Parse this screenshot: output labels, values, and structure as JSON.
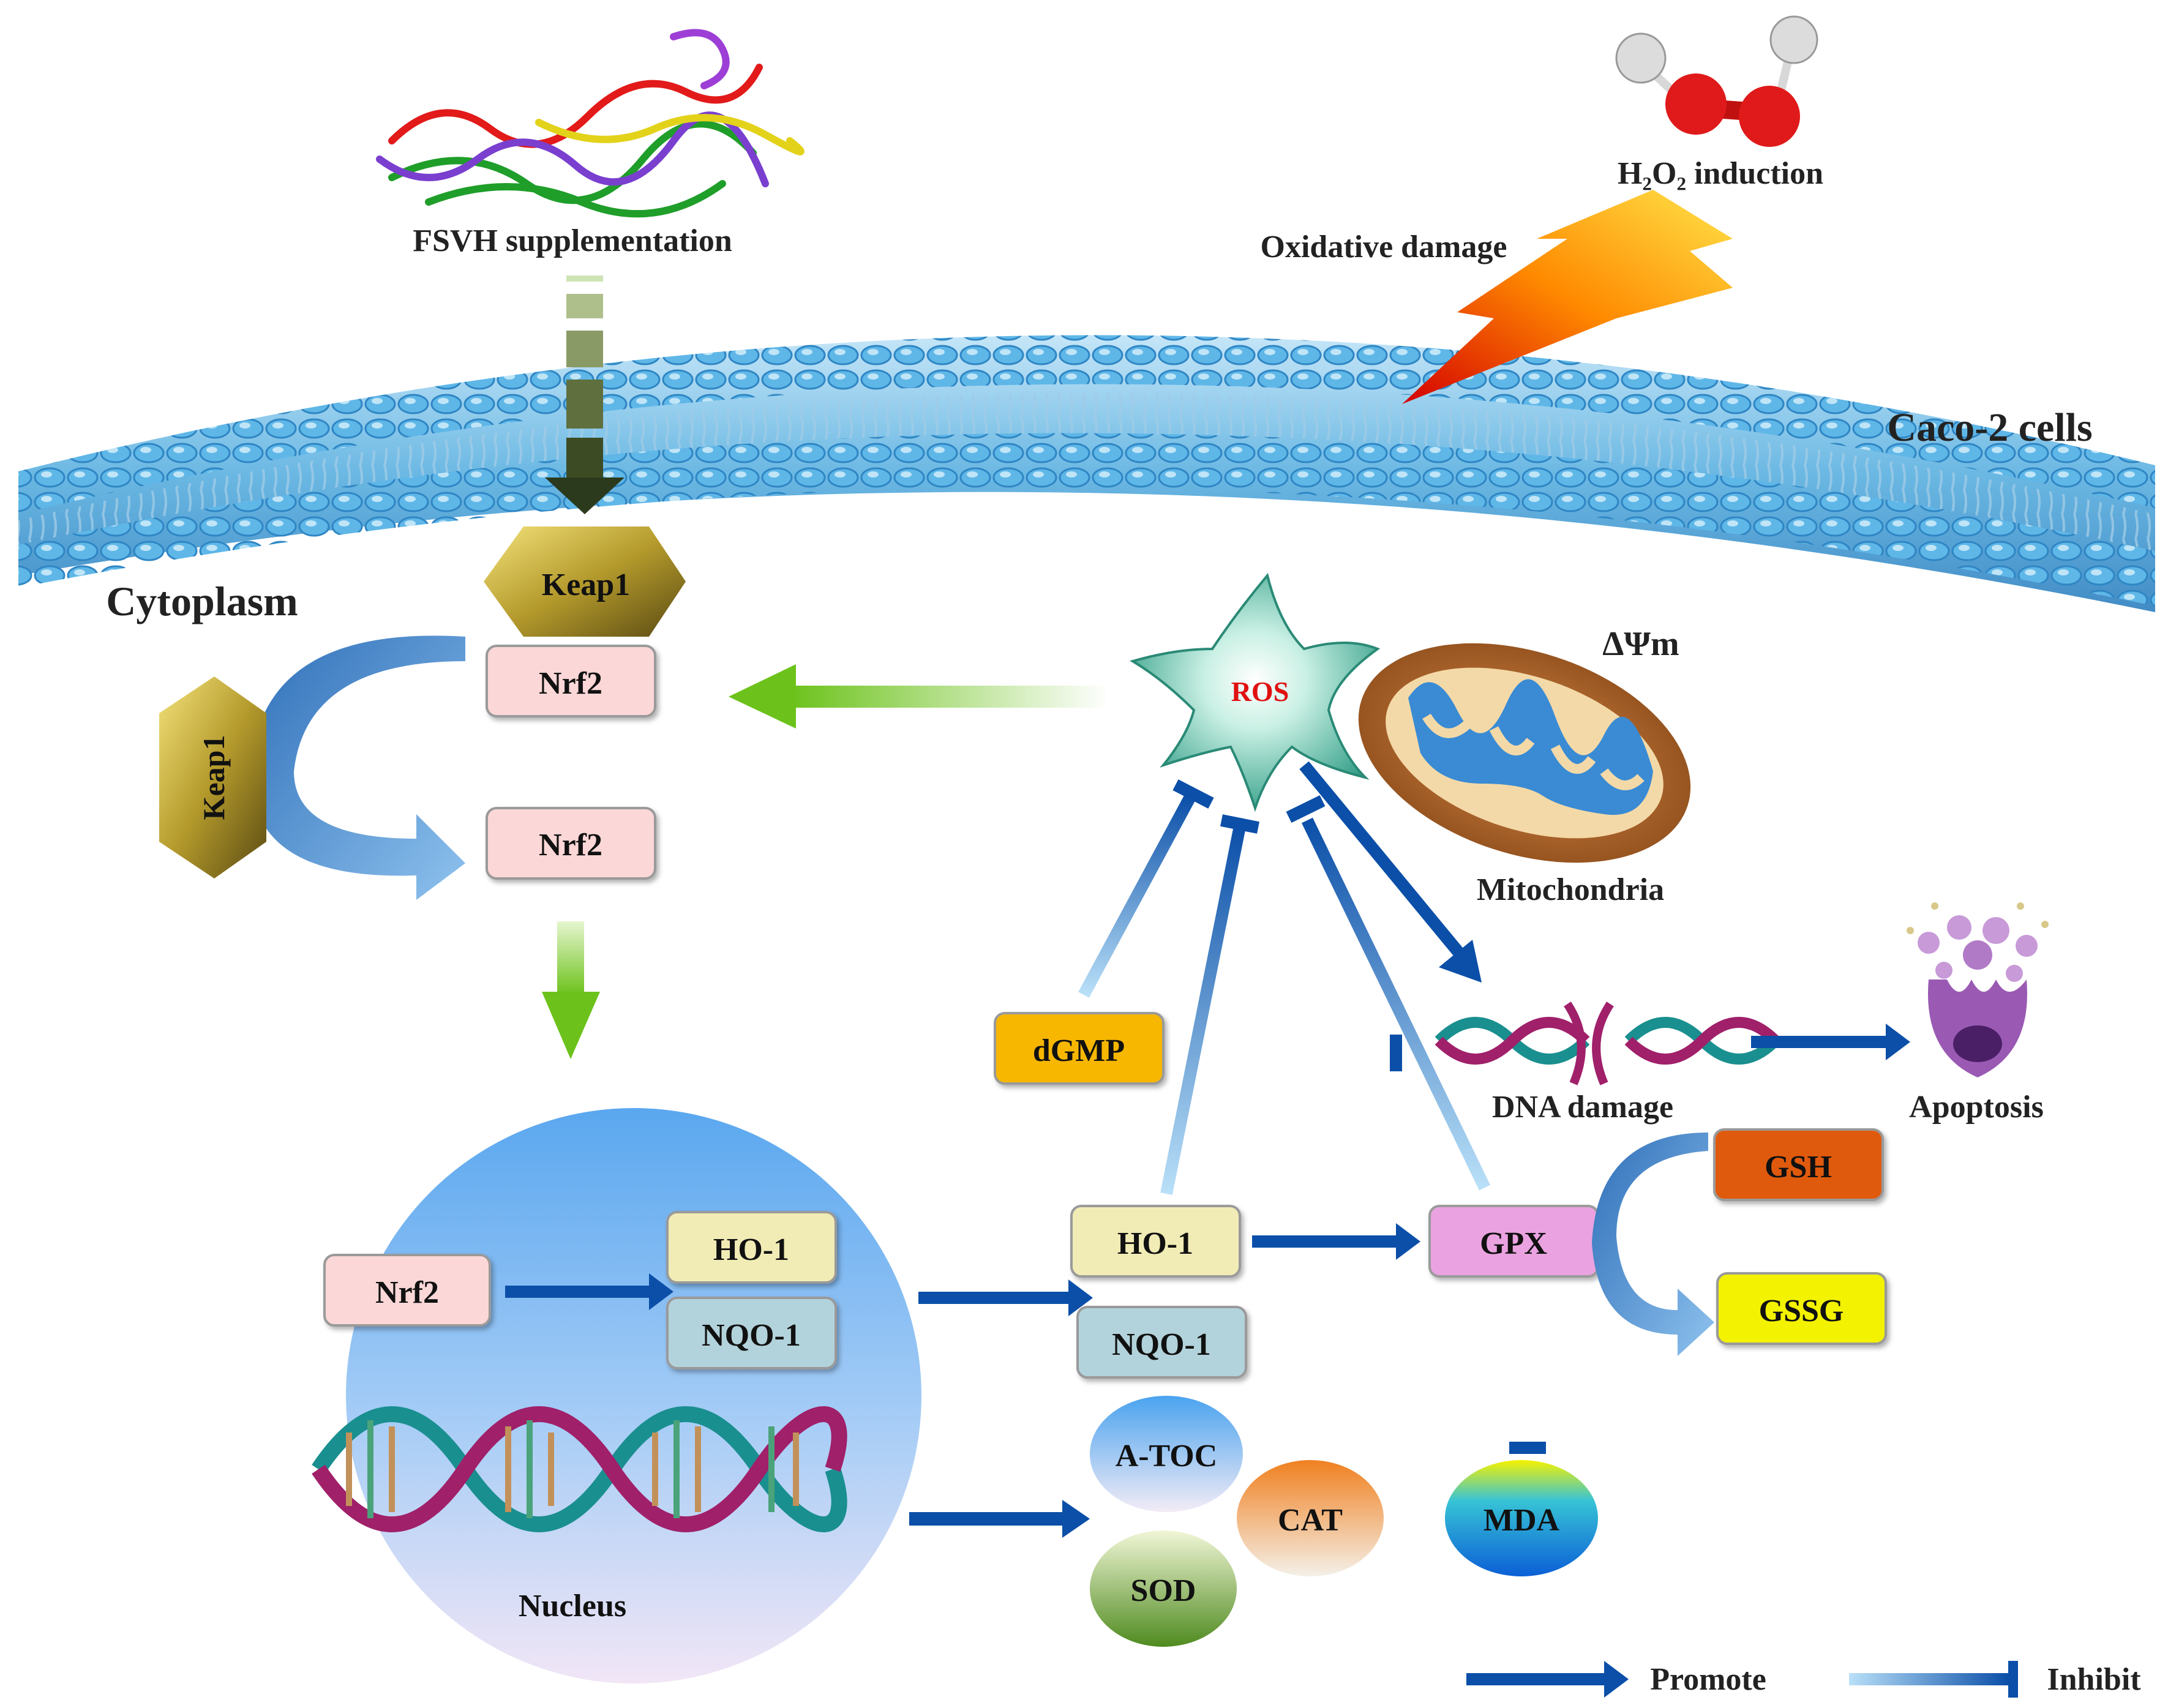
{
  "labels": {
    "fsvh": "FSVH supplementation",
    "h2o2": "H₂O₂ induction",
    "oxidative_damage": "Oxidative damage",
    "caco2": "Caco-2 cells",
    "cytoplasm": "Cytoplasm",
    "delta_psi": "ΔΨm",
    "mitochondria": "Mitochondria",
    "dna_damage": "DNA damage",
    "apoptosis": "Apoptosis",
    "nucleus": "Nucleus"
  },
  "nodes": {
    "keap1_top": "Keap1",
    "keap1_side": "Keap1",
    "nrf2_bound": "Nrf2",
    "nrf2_free": "Nrf2",
    "nrf2_nucleus": "Nrf2",
    "ho1_nucleus": "HO-1",
    "nqo1_nucleus": "NQO-1",
    "ros": "ROS",
    "dgmp": "dGMP",
    "ho1": "HO-1",
    "nqo1": "NQO-1",
    "gpx": "GPX",
    "gsh": "GSH",
    "gssg": "GSSG",
    "atoc": "A-TOC",
    "cat": "CAT",
    "sod": "SOD",
    "mda": "MDA"
  },
  "legend": {
    "promote": "Promote",
    "inhibit": "Inhibit"
  },
  "colors": {
    "promote_arrow": "#0b4fa8",
    "inhibit_start": "#9fd4f5",
    "green_arrow": "#6cc21b",
    "nrf2_fill": "#fbd7d7",
    "ho1_fill": "#f1ecb5",
    "nqo1_fill": "#b3d3dc",
    "gpx_fill": "#eaa3e0",
    "gsh_fill": "#e05a0a",
    "gssg_fill": "#f3f200",
    "dgmp_fill": "#f7b700",
    "ros_fill": "#3a9e8c",
    "ros_text": "#e01010"
  }
}
